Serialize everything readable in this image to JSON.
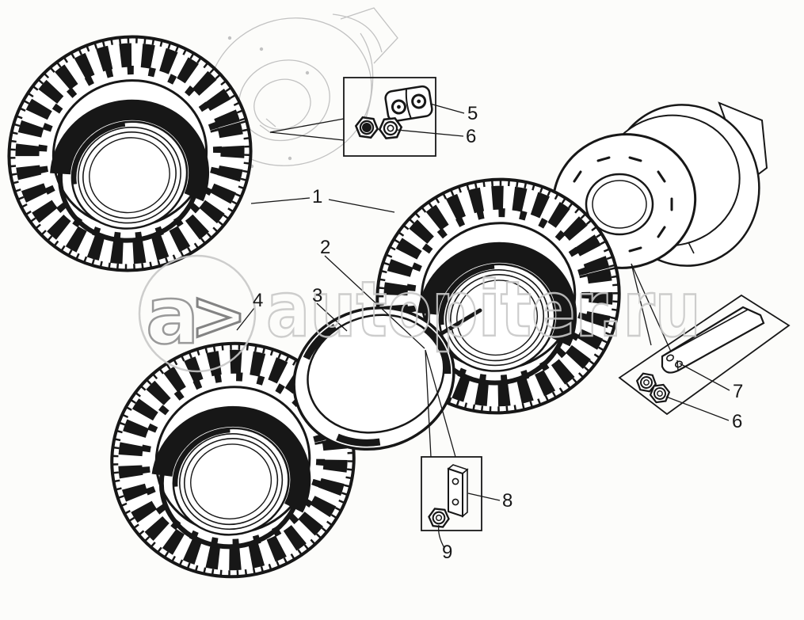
{
  "watermark": {
    "logo_a": "a",
    "logo_arrow": ">",
    "text": "autopiter.ru"
  },
  "callouts": {
    "c1": "1",
    "c2": "2",
    "c3": "3",
    "c4": "4",
    "c5": "5",
    "c6_top": "6",
    "c7": "7",
    "c6_right": "6",
    "c8": "8",
    "c9": "9"
  },
  "colors": {
    "background": "#fcfcfa",
    "ink": "#171717",
    "faded_ink": "#c2c2c2",
    "watermark": "#c8c8c8",
    "watermark_logo": "#8f8f8f"
  }
}
